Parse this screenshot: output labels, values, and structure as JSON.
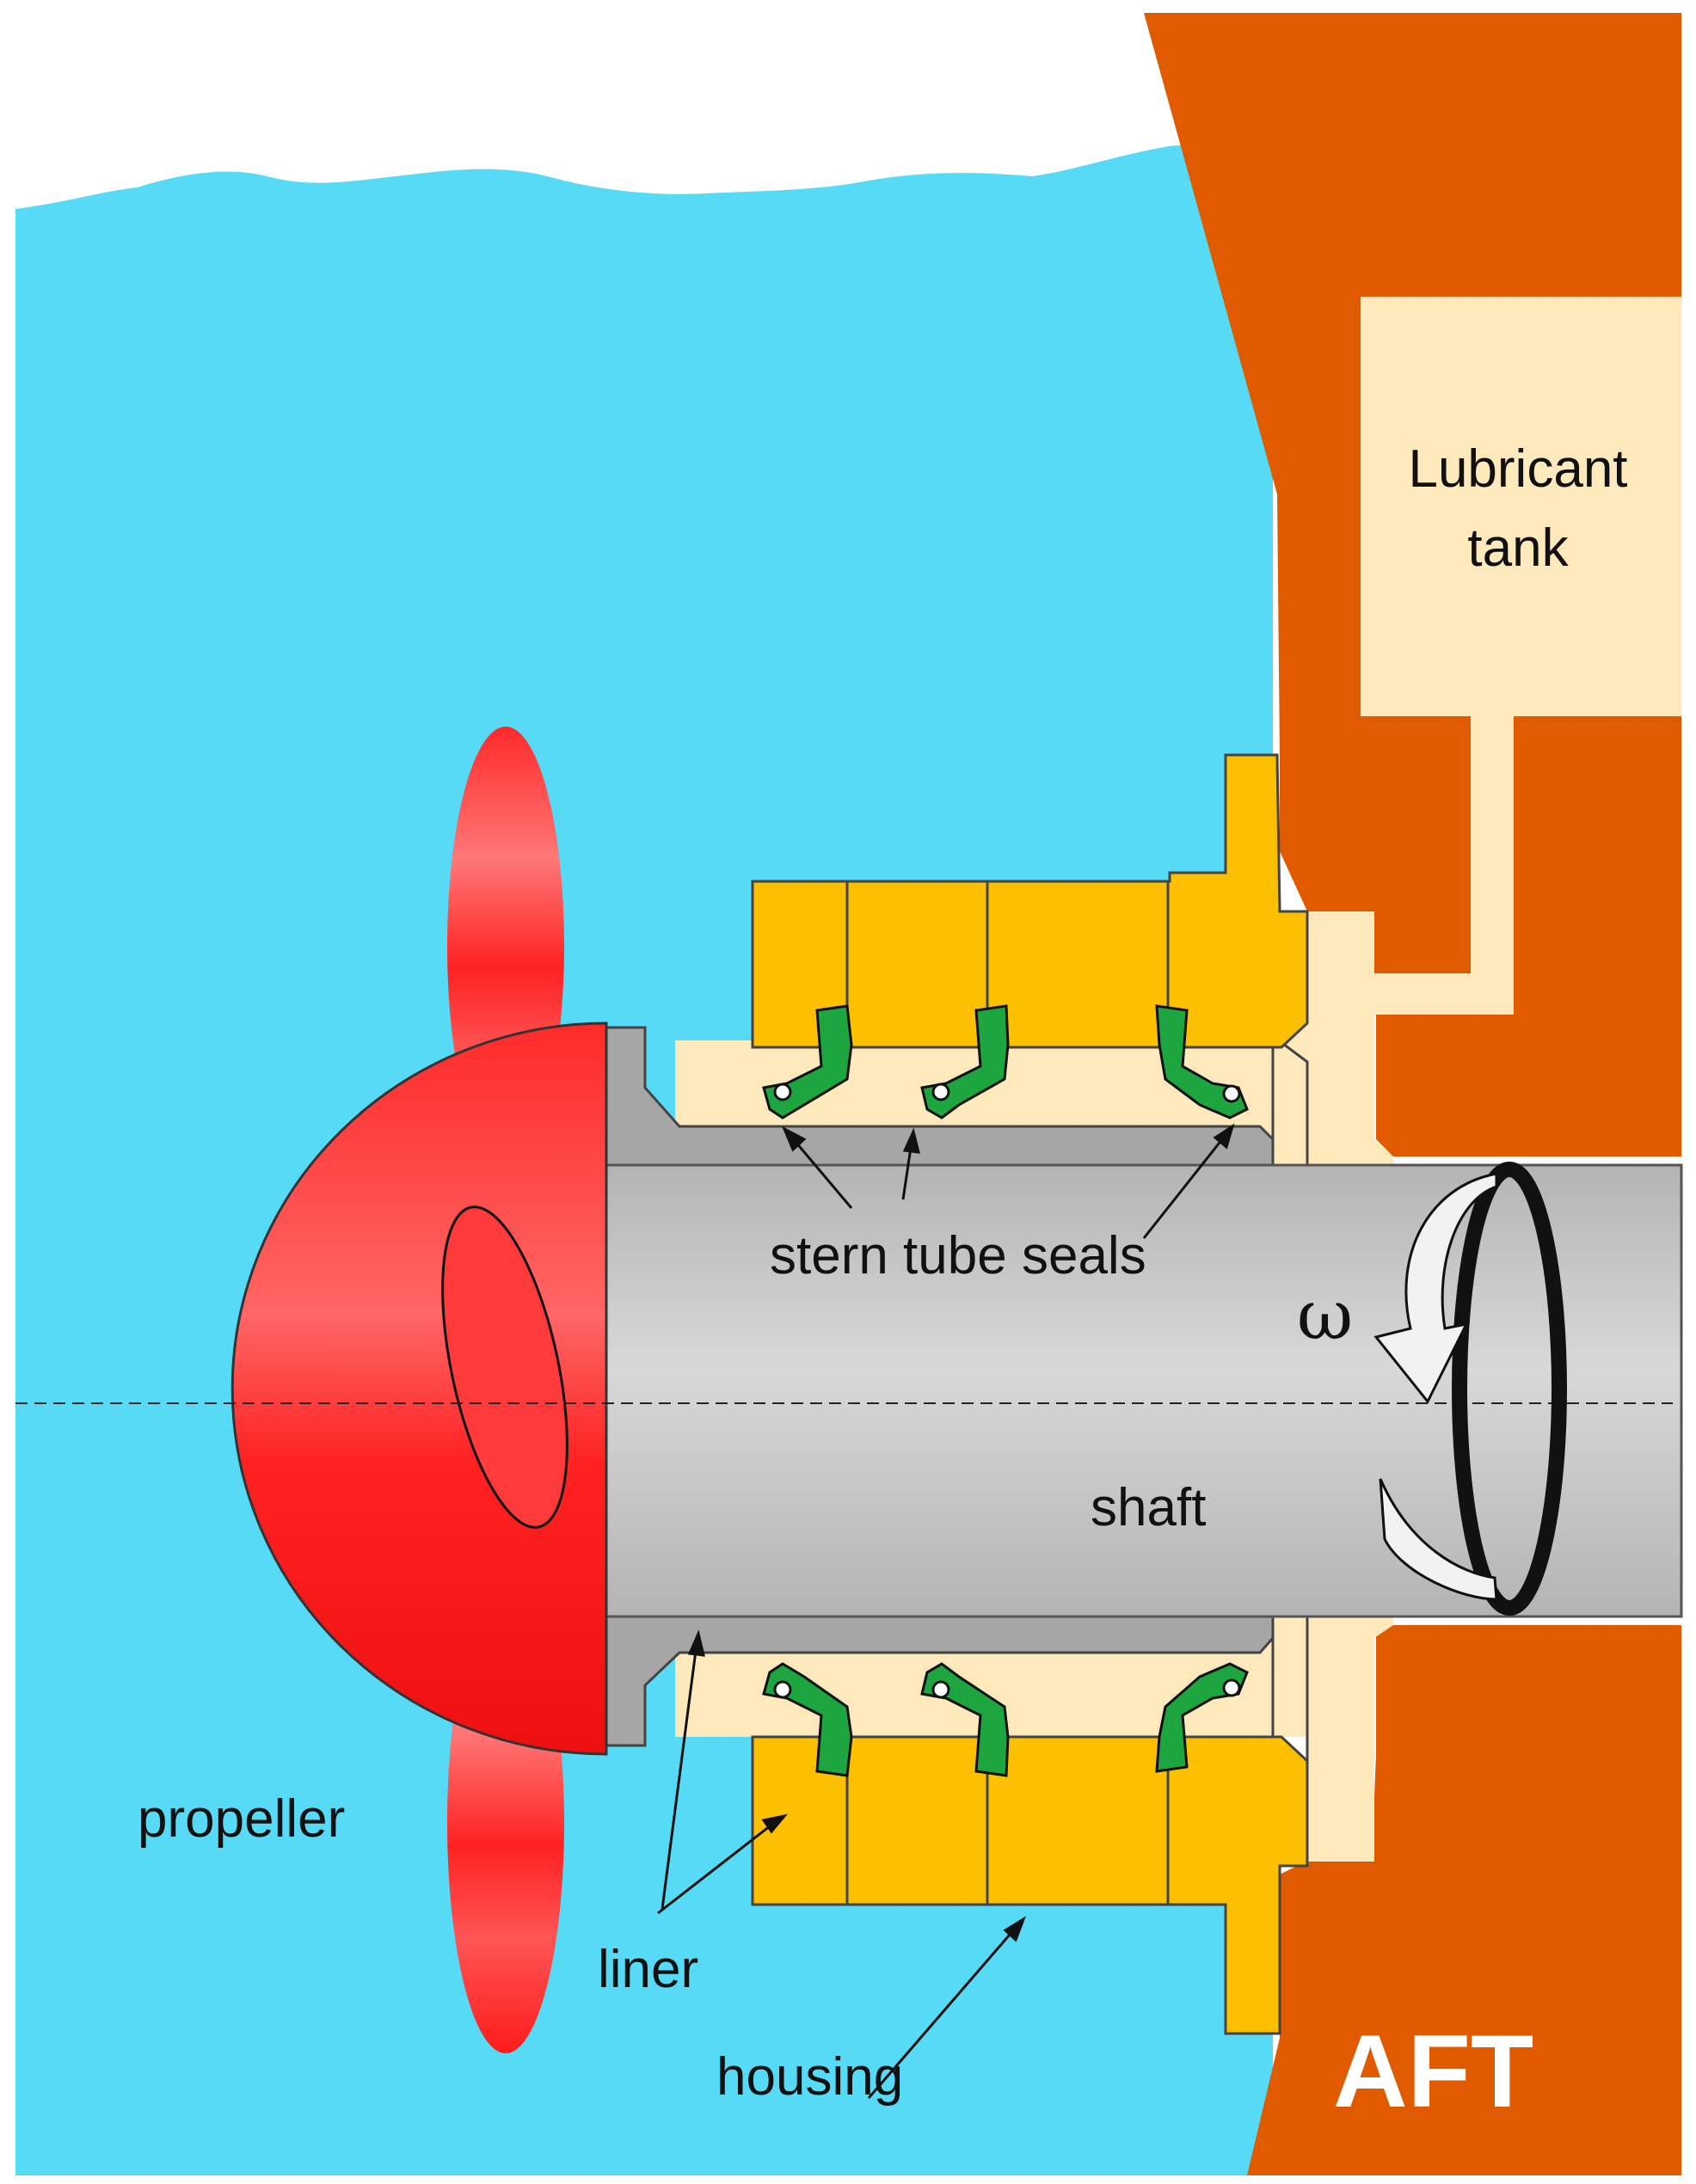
{
  "labels": {
    "lubricant_tank_line1": "Lubricant",
    "lubricant_tank_line2": "tank",
    "stern_tube_seals": "stern tube seals",
    "omega": "ω",
    "shaft": "shaft",
    "propeller": "propeller",
    "liner": "liner",
    "housing": "housing",
    "aft": "AFT"
  },
  "colors": {
    "water": "#56daf6",
    "hull": "#e05a00",
    "housing": "#fcc000",
    "lubricant": "#fde9bb",
    "shaft": "#c0c0c0",
    "liner": "#a6a6a6",
    "propeller": "#ff2a2a",
    "seal": "#1da540"
  }
}
